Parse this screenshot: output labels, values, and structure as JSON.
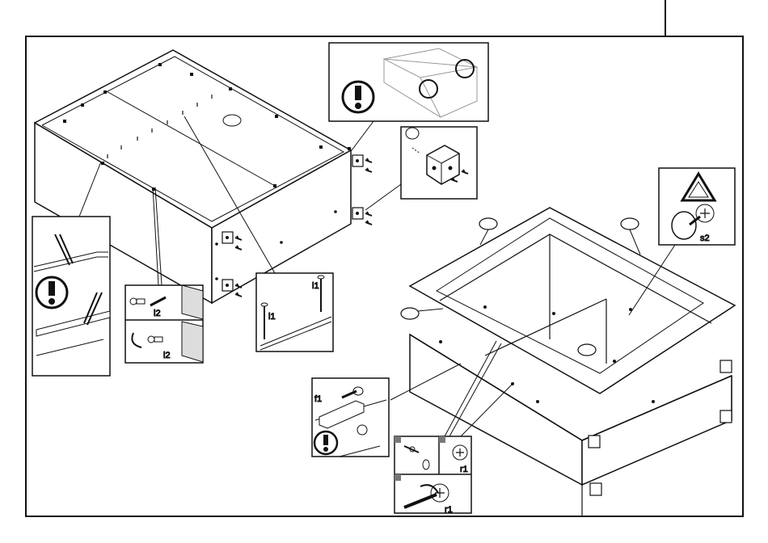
{
  "labels": {
    "nail_top": "l1",
    "nail_bottom": "l1",
    "screw_a": "l2",
    "screw_b": "l2",
    "dowel": "f1",
    "cam_a": "r1",
    "cam_b": "r1",
    "cap": "s2"
  },
  "icons": [
    "warning-icon",
    "caution-triangle-icon"
  ]
}
